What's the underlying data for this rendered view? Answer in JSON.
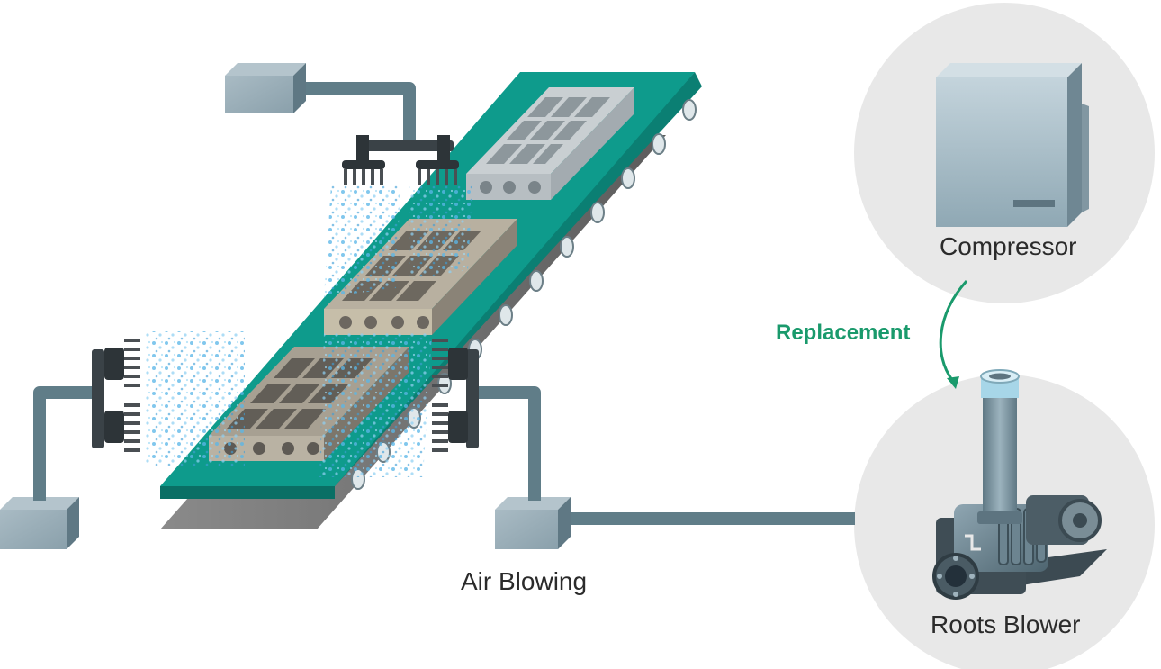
{
  "labels": {
    "air_blowing": "Air Blowing",
    "compressor": "Compressor",
    "replacement": "Replacement",
    "roots_blower": "Roots Blower"
  },
  "colors": {
    "conveyor_belt": "#0e9b8c",
    "conveyor_edge": "#0b7f73",
    "pipe": "#607d88",
    "unit_box": "#7f95a0",
    "circle_bg": "#e8e8e8",
    "accent_green": "#1a9a6c",
    "spray": "#58b4e6",
    "text": "#2b2b2b"
  },
  "icons": {
    "compressor": "compressor-icon",
    "roots_blower": "roots-blower-icon",
    "nozzle": "nozzle-icon",
    "arrow": "curved-arrow-icon"
  }
}
